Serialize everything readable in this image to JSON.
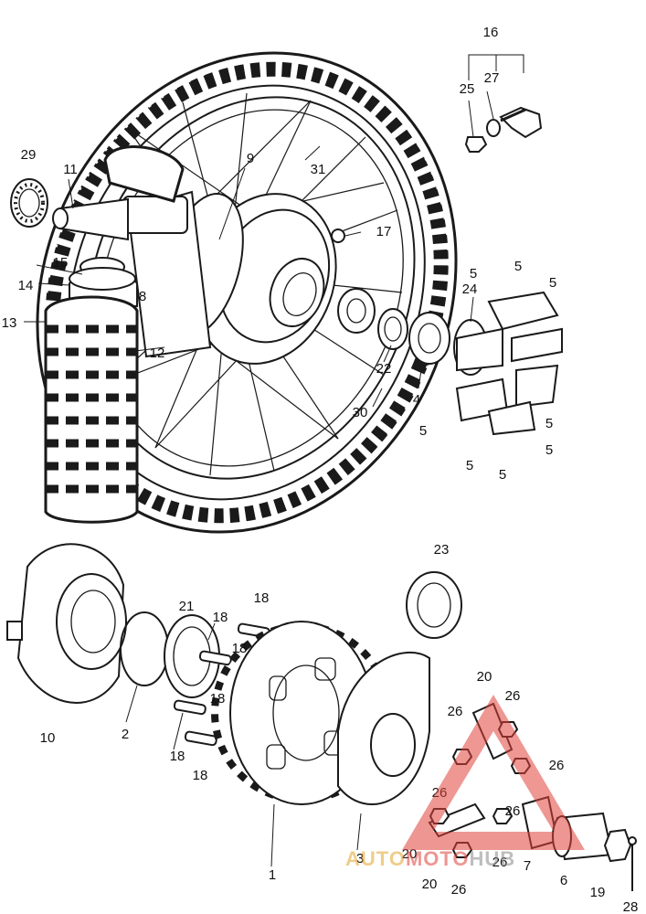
{
  "callouts": [
    "1",
    "2",
    "3",
    "4",
    "5",
    "5",
    "5",
    "5",
    "5",
    "5",
    "5",
    "5",
    "6",
    "7",
    "8",
    "9",
    "10",
    "11",
    "12",
    "13",
    "14",
    "15",
    "16",
    "17",
    "18",
    "18",
    "18",
    "18",
    "18",
    "18",
    "19",
    "20",
    "20",
    "20",
    "21",
    "22",
    "23",
    "24",
    "25",
    "26",
    "26",
    "26",
    "26",
    "26",
    "26",
    "26",
    "27",
    "28",
    "29",
    "30",
    "31"
  ],
  "watermark": {
    "word1": "AUTO",
    "word2": "MOTO",
    "word3": "HUB",
    "colors": {
      "accent": "#e0413a",
      "gold": "#e2a32a",
      "gray": "#8a8a8a"
    }
  }
}
